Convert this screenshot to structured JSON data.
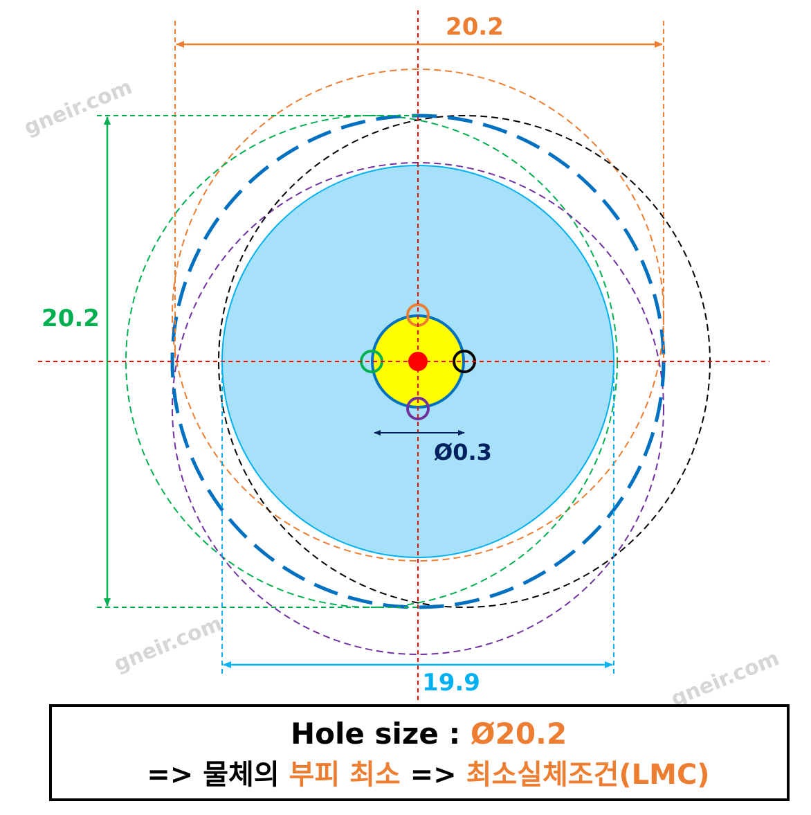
{
  "colors": {
    "orange": "#ed7d31",
    "green": "#00b050",
    "blue": "#0070c0",
    "cyan": "#00b0f0",
    "purple": "#7030a0",
    "red": "#ff0000",
    "light_blue_fill": "#a7e1f9",
    "yellow_fill": "#ffff00",
    "navy": "#002060"
  },
  "dimensions": {
    "top_width": "20.2",
    "left_height": "20.2",
    "bottom_width": "19.9",
    "tolerance_zone": "Ø0.3"
  },
  "watermark": "gneir.com",
  "caption": {
    "line1_prefix": "Hole size : ",
    "line1_value": "Ø20.2",
    "line2_arrow1": "=> ",
    "line2_text1": "물체의 ",
    "line2_highlight1": "부피 최소",
    "line2_arrow2": " => ",
    "line2_highlight2": "최소실체조건(LMC)"
  }
}
